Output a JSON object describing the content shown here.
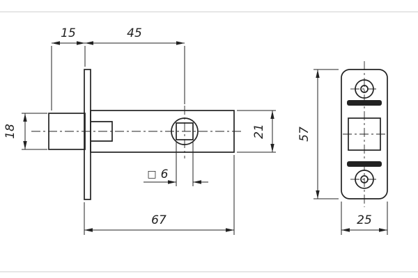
{
  "colors": {
    "line": "#222222",
    "background": "#ffffff",
    "border": "#cccccc"
  },
  "drawing": {
    "side_view": {
      "dims": {
        "bolt_protrusion": "15",
        "backset": "45",
        "bolt_height": "18",
        "case_height": "21",
        "case_length": "67",
        "spindle_symbol": "□",
        "spindle_size": "6"
      }
    },
    "front_view": {
      "dims": {
        "plate_height": "57",
        "plate_width": "25"
      }
    }
  }
}
